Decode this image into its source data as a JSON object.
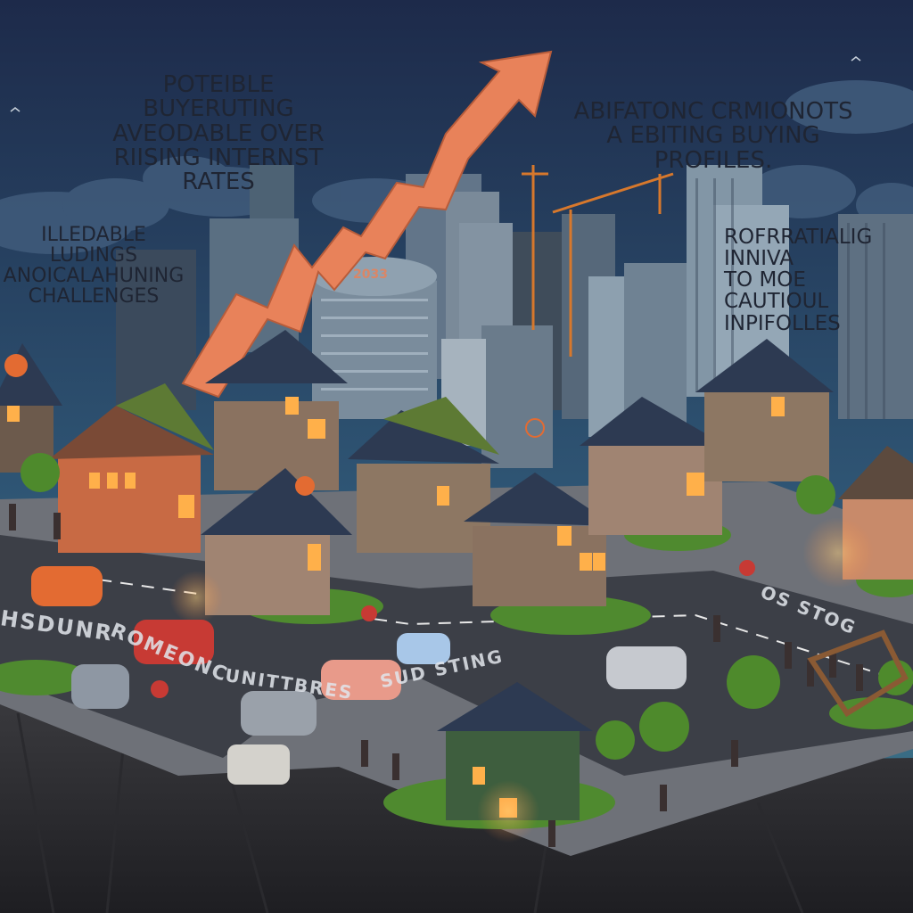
{
  "captions": {
    "top_left": [
      "POTEIBLE BUYERUTING",
      "AVEODABLE OVER",
      "RIISING INTERNST RATES"
    ],
    "top_right": [
      "ABIFATONC CRMIONOTS",
      "A EBITING BUYING PROFILES."
    ],
    "left": [
      "ILLEDABLE LUDINGS",
      "ANOICALAHUNING",
      "CHALLENGES"
    ],
    "right": [
      "ROFRRATIALIG INNIVA",
      "TO MOE CAUTIOUL",
      "INPIFOLLES"
    ]
  },
  "tower_sign": "2033",
  "road_text": {
    "left": "HSDUNR",
    "romeon": "ROMEONC",
    "middle": "UNITTBRES",
    "center": "SUD STING",
    "right": "OS STOG"
  },
  "colors": {
    "sky_top": "#1d2a4a",
    "sky_bottom": "#3d6f86",
    "arrow": "#e8825a",
    "road": "#3c3f47",
    "grass": "#4f8a2f",
    "window_glow": "#ffb04a"
  }
}
